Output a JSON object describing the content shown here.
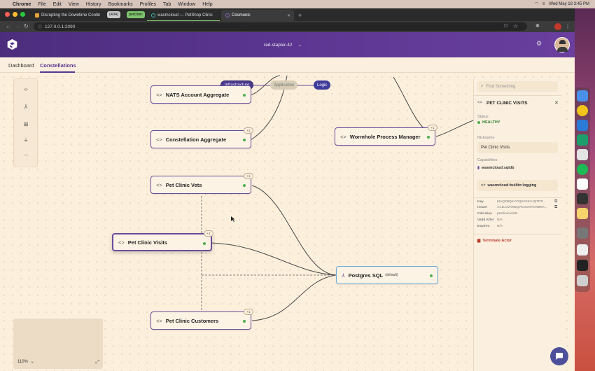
{
  "os_menubar": {
    "items": [
      "Chrome",
      "File",
      "Edit",
      "View",
      "History",
      "Bookmarks",
      "Profiles",
      "Tab",
      "Window",
      "Help"
    ],
    "clock": "Wed May 18  3:45 PM"
  },
  "browser": {
    "tabs": [
      {
        "label": "Disrupting the Downtime Contin",
        "active": false
      },
      {
        "label": "wasmcloud — PetShop Clinic",
        "active": false
      },
      {
        "label": "Cosmonic",
        "active": true
      }
    ],
    "tab_groups": [
      {
        "label": "(404)",
        "color": "#c9c9c9"
      },
      {
        "label": "petclinic",
        "color": "#7cc36b"
      }
    ],
    "url": "127.0.0.1:2090"
  },
  "app": {
    "lattice_name": "red-stapler-42",
    "nav": [
      {
        "label": "Dashboard",
        "active": false
      },
      {
        "label": "Constellations",
        "active": true
      }
    ]
  },
  "canvas": {
    "pills": [
      "Infrastructure",
      "Application",
      "Logic"
    ],
    "nodes": [
      {
        "label": "NATS Account Aggregate",
        "badge": ""
      },
      {
        "label": "Constellation Aggregate",
        "badge": "+1"
      },
      {
        "label": "Wormhole Process Manager",
        "badge": "+1"
      },
      {
        "label": "Pet Clinic Vets",
        "badge": "+1"
      },
      {
        "label": "Pet Clinic Visits",
        "badge": "+1"
      },
      {
        "label": "Postgres SQL",
        "badge": "",
        "suffix": "(default)"
      },
      {
        "label": "Pet Clinic Customers",
        "badge": "+1"
      }
    ],
    "zoom": "110%"
  },
  "panel": {
    "search_placeholder": "Find Something",
    "title": "PET CLINIC VISITS",
    "status_label": "Status",
    "status_value": "HEALTHY",
    "nickname_label": "Nickname",
    "nickname_value": "Pet Clinic Visits",
    "capabilities_label": "Capabilities",
    "capabilities": [
      "wasmcloud:sqldb",
      "wasmcloud:builtin:logging"
    ],
    "details": [
      {
        "key": "Key",
        "value": "MAQZBQKYOQKK6KVJQTPP..."
      },
      {
        "key": "Issuer",
        "value": "ACDJJVKKBQ7KOOOTOXBKK..."
      },
      {
        "key": "Call alias",
        "value": "petclinic/visits"
      },
      {
        "key": "Valid After",
        "value": "N/A"
      },
      {
        "key": "Expires",
        "value": "N/A"
      }
    ],
    "terminate_label": "Terminate Actor"
  },
  "colors": {
    "brand_purple": "#5a3590",
    "node_border": "#6b4b9d",
    "status_green": "#4caf50",
    "danger_red": "#c0392b",
    "canvas_bg": "#fcefdc"
  }
}
